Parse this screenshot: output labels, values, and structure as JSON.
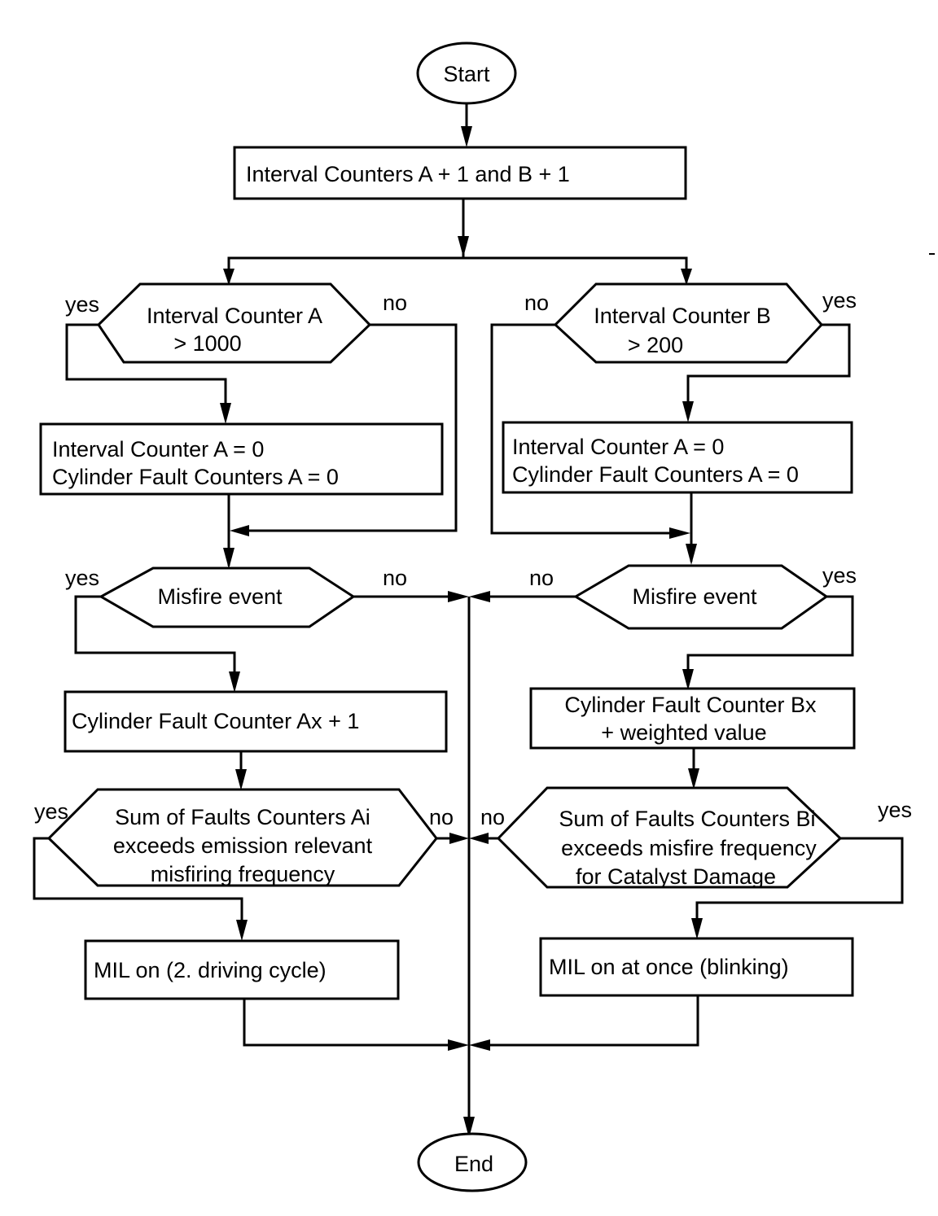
{
  "diagram": {
    "type": "flowchart",
    "title": "Misfire detection flowchart",
    "start": "Start",
    "end": "End",
    "increment": "Interval Counters A + 1 and B + 1",
    "left_branch": {
      "interval_check": [
        "Interval Counter A",
        "> 1000"
      ],
      "interval_yes": "yes",
      "interval_no": "no",
      "reset": [
        "Interval Counter A = 0",
        "Cylinder Fault Counters A = 0"
      ],
      "misfire_check": "Misfire event",
      "misfire_yes": "yes",
      "misfire_no": "no",
      "fault_increment": "Cylinder Fault Counter Ax + 1",
      "sum_check": [
        "Sum of Faults Counters Ai",
        "exceeds emission relevant",
        "misfiring frequency"
      ],
      "sum_yes": "yes",
      "sum_no": "no",
      "mil": "MIL on (2. driving cycle)"
    },
    "right_branch": {
      "interval_check": [
        "Interval Counter B",
        "> 200"
      ],
      "interval_yes": "yes",
      "interval_no": "no",
      "reset": [
        "Interval Counter A = 0",
        "Cylinder Fault Counters A = 0"
      ],
      "misfire_check": "Misfire event",
      "misfire_yes": "yes",
      "misfire_no": "no",
      "fault_increment": [
        "Cylinder Fault Counter Bx",
        "+ weighted value"
      ],
      "sum_check": [
        "Sum of Faults Counters Bi",
        "exceeds misfire frequency",
        "for Catalyst Damage"
      ],
      "sum_yes": "yes",
      "sum_no": "no",
      "mil": "MIL on at once (blinking)"
    }
  }
}
